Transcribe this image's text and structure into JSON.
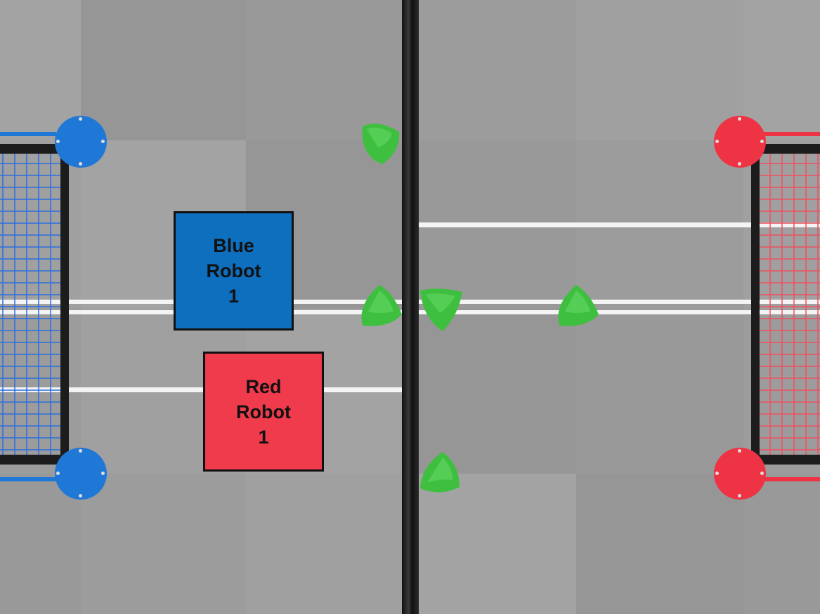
{
  "title": "Field layout",
  "colors": {
    "blue_alliance": "#0f6fbf",
    "red_alliance": "#ef3b4c",
    "triball": "#3fbf3f",
    "barrier": "#1a1a1a",
    "tape": "#f4f4f4"
  },
  "robots": [
    {
      "alliance": "blue",
      "label_lines": [
        "Blue",
        "Robot",
        "1"
      ],
      "color": "#0f6fbf"
    },
    {
      "alliance": "red",
      "label_lines": [
        "Red",
        "Robot",
        "1"
      ],
      "color": "#ef3b4c"
    }
  ],
  "triballs": 5,
  "goals": [
    "blue-goal",
    "red-goal"
  ]
}
